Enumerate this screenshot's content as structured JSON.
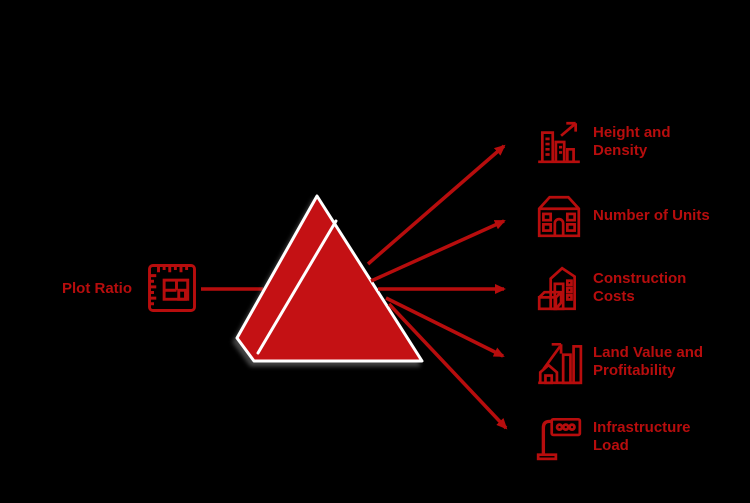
{
  "input": {
    "label": "Plot Ratio",
    "icon": "blueprint-plan-icon"
  },
  "prism": {
    "shape": "3d-pyramid-prism",
    "fill": "#c41114",
    "outline": "#ffffff"
  },
  "outputs": [
    {
      "label": "Height and Density",
      "icon": "buildings-growth-icon"
    },
    {
      "label": "Number of Units",
      "icon": "apartment-units-icon"
    },
    {
      "label": "Construction Costs",
      "icon": "building-construction-icon"
    },
    {
      "label": "Land Value and Profitability",
      "icon": "growth-chart-house-icon"
    },
    {
      "label": "Infrastructure Load",
      "icon": "road-sign-icon"
    }
  ],
  "colors": {
    "accent": "#b70d0d",
    "prism_fill": "#c41114",
    "outline": "#ffffff",
    "background": "#000000"
  }
}
